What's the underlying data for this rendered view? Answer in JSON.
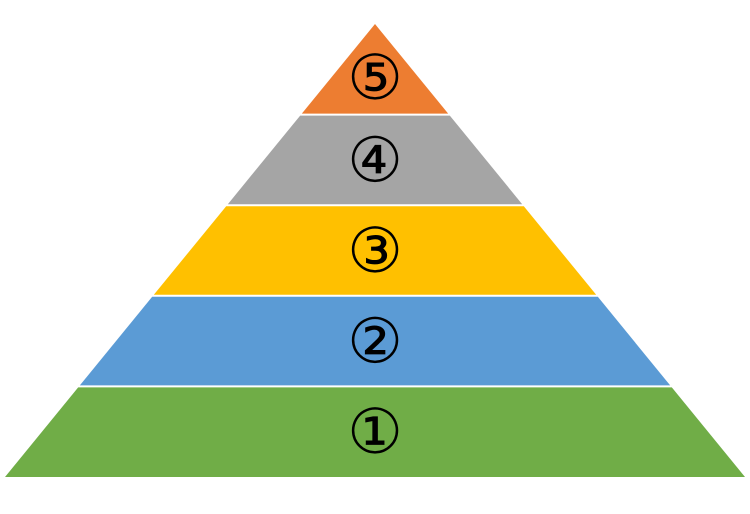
{
  "diagram": {
    "type": "pyramid",
    "layers": [
      {
        "label": "⑤",
        "color": "#ED7D31"
      },
      {
        "label": "④",
        "color": "#A5A5A5"
      },
      {
        "label": "③",
        "color": "#FFC000"
      },
      {
        "label": "②",
        "color": "#5B9BD5"
      },
      {
        "label": "①",
        "color": "#70AD47"
      }
    ]
  }
}
